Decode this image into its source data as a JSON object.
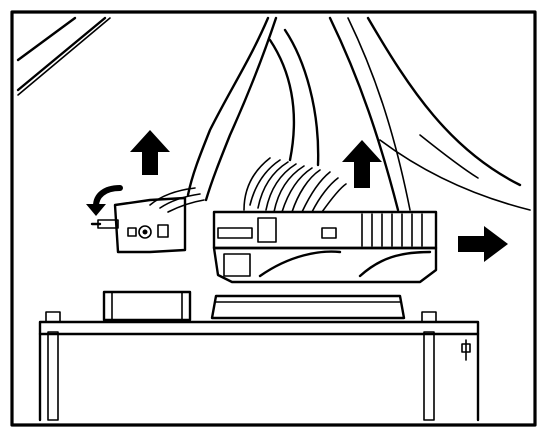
{
  "diagram": {
    "description_visible_text": [],
    "arrows": [
      {
        "id": "arrow-up-left",
        "direction": "up"
      },
      {
        "id": "arrow-up-right",
        "direction": "up"
      },
      {
        "id": "arrow-right",
        "direction": "right"
      },
      {
        "id": "arrow-rotate",
        "direction": "counterclockwise"
      }
    ],
    "colors": {
      "ink": "#000000",
      "paper": "#ffffff",
      "stipple": "#8a8a8a"
    }
  }
}
